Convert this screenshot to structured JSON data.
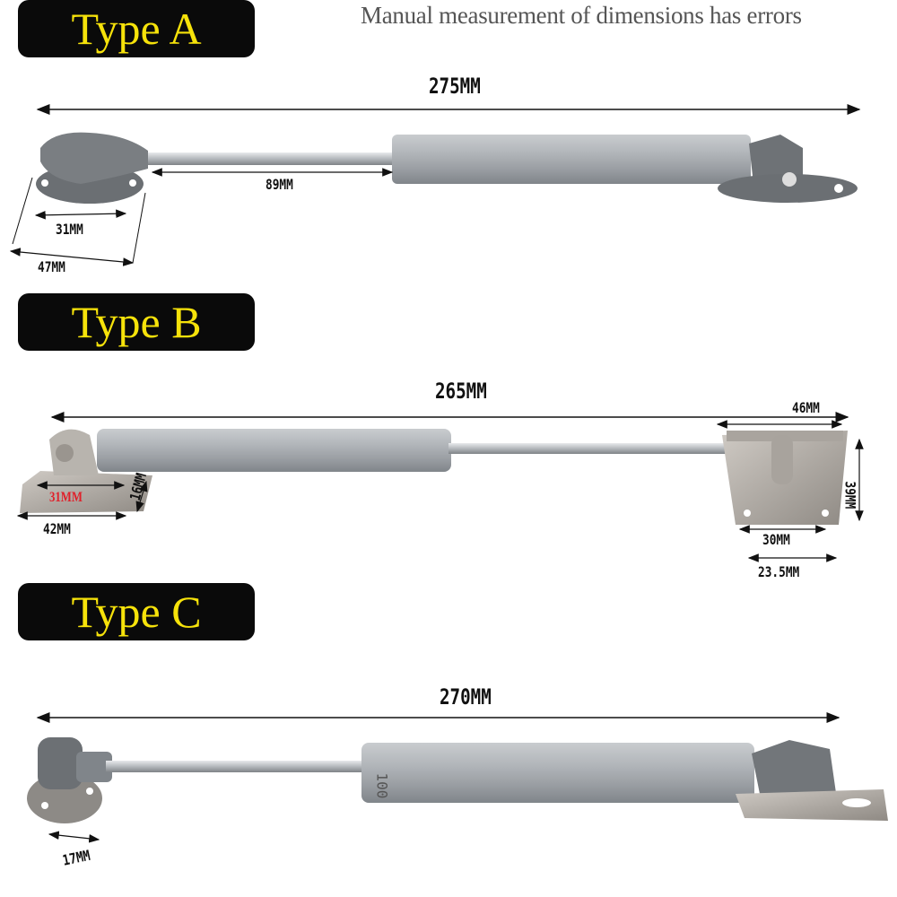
{
  "note": "Manual measurement of dimensions has errors",
  "types": [
    {
      "label": "Type A",
      "total": "275MM",
      "dims": [
        "89MM",
        "31MM",
        "47MM"
      ]
    },
    {
      "label": "Type B",
      "total": "265MM",
      "dims": [
        "46MM",
        "39MM",
        "30MM",
        "23.5MM",
        "42MM",
        "16MM",
        "31MM"
      ]
    },
    {
      "label": "Type C",
      "total": "270MM",
      "dims": [
        "17MM"
      ],
      "cylinder_marking": "100"
    }
  ],
  "colors": {
    "label_bg": "#0a0a0a",
    "label_text": "#f6e20a",
    "highlight_dim": "#e0202a"
  }
}
